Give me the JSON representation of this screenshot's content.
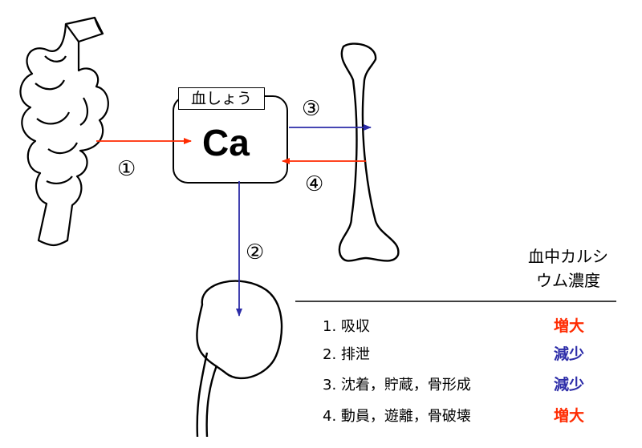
{
  "plasma_label": "血しょう",
  "center_label": "Ca",
  "routes": [
    "①",
    "②",
    "③",
    "④"
  ],
  "table": {
    "header_line1": "血中カルシ",
    "header_line2": "ウム濃度",
    "rows": [
      {
        "process": "1. 吸収",
        "effect": "増大",
        "color": "#ff2a00"
      },
      {
        "process": "2. 排泄",
        "effect": "減少",
        "color": "#2c2ca8"
      },
      {
        "process": "3. 沈着，貯蔵，骨形成",
        "effect": "減少",
        "color": "#2c2ca8"
      },
      {
        "process": "4. 動員，遊離，骨破壊",
        "effect": "増大",
        "color": "#ff2a00"
      }
    ]
  },
  "colors": {
    "red_arrow": "#ff2a00",
    "blue_arrow": "#2c2ca8"
  }
}
